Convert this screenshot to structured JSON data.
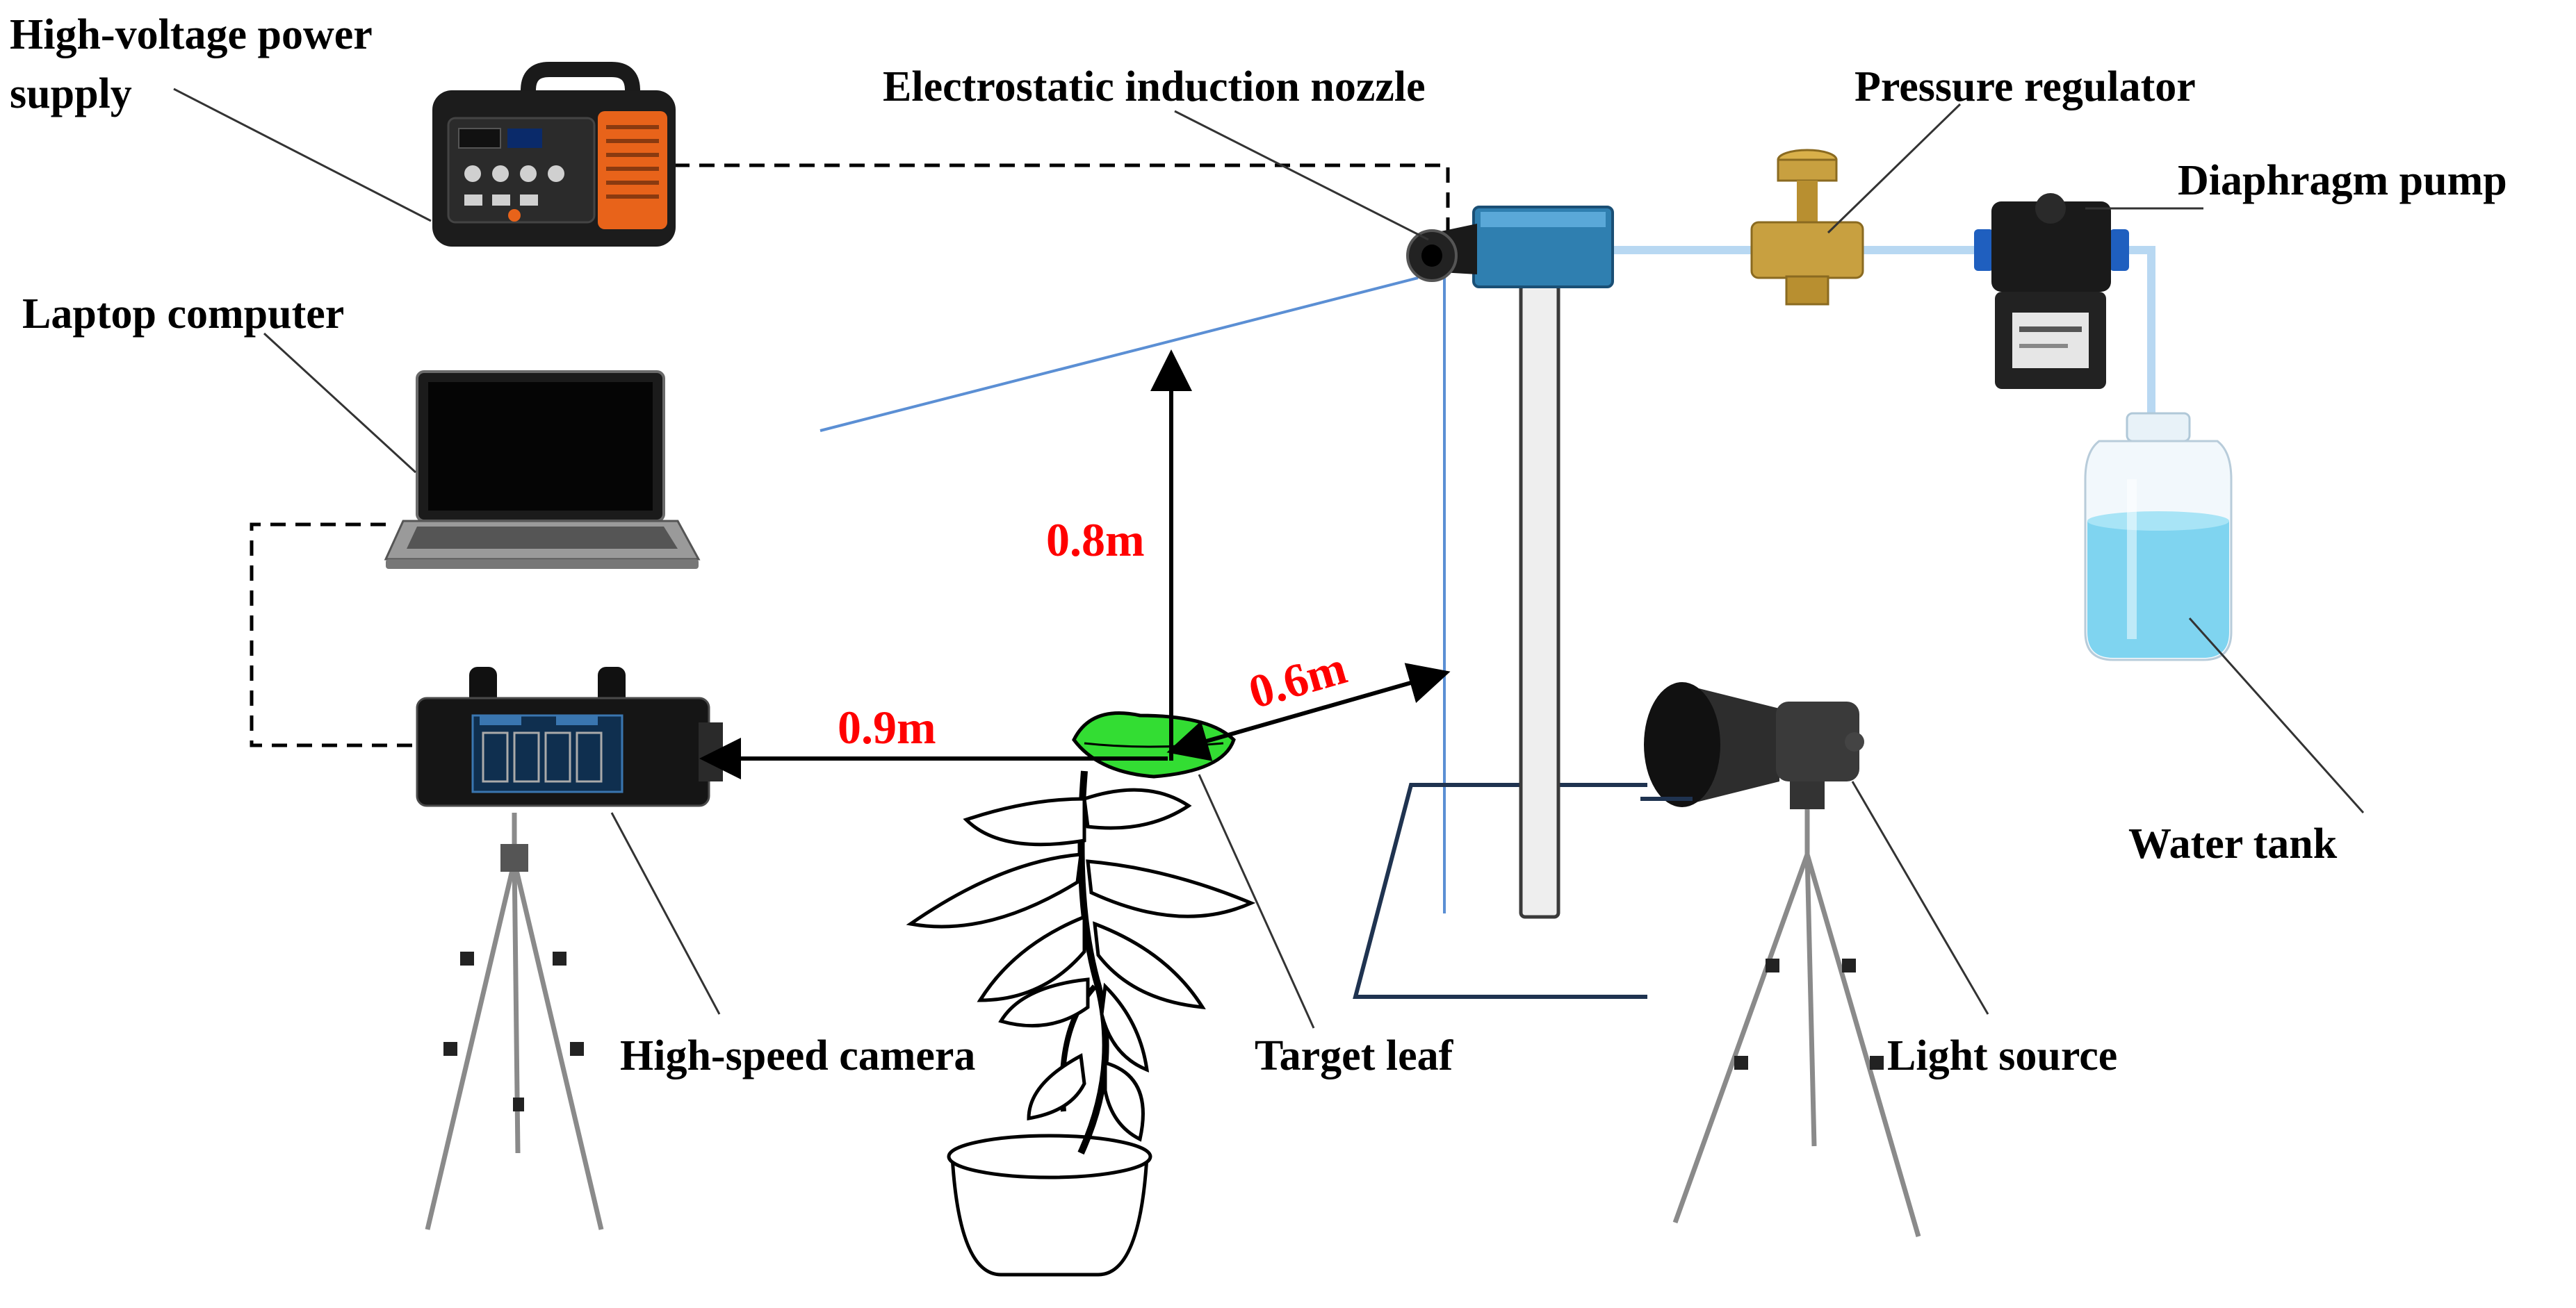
{
  "labels": {
    "power_supply_line1": "High-voltage power",
    "power_supply_line2": "supply",
    "nozzle": "Electrostatic induction nozzle",
    "pressure_regulator": "Pressure regulator",
    "diaphragm_pump": "Diaphragm pump",
    "laptop": "Laptop computer",
    "water_tank": "Water tank",
    "camera": "High-speed camera",
    "target_leaf": "Target leaf",
    "light_source": "Light source"
  },
  "dimensions": {
    "height": "0.8m",
    "nozzle_offset": "0.6m",
    "camera_distance": "0.9m"
  },
  "colors": {
    "dimension_text": "#ff0000",
    "leaf": "#33dd33",
    "nozzle_body": "#2f7fb0",
    "regulator": "#c8a040",
    "power_supply_accent": "#e8631a",
    "water": "#7fd4f0",
    "spray_line": "#5b8fd4"
  }
}
